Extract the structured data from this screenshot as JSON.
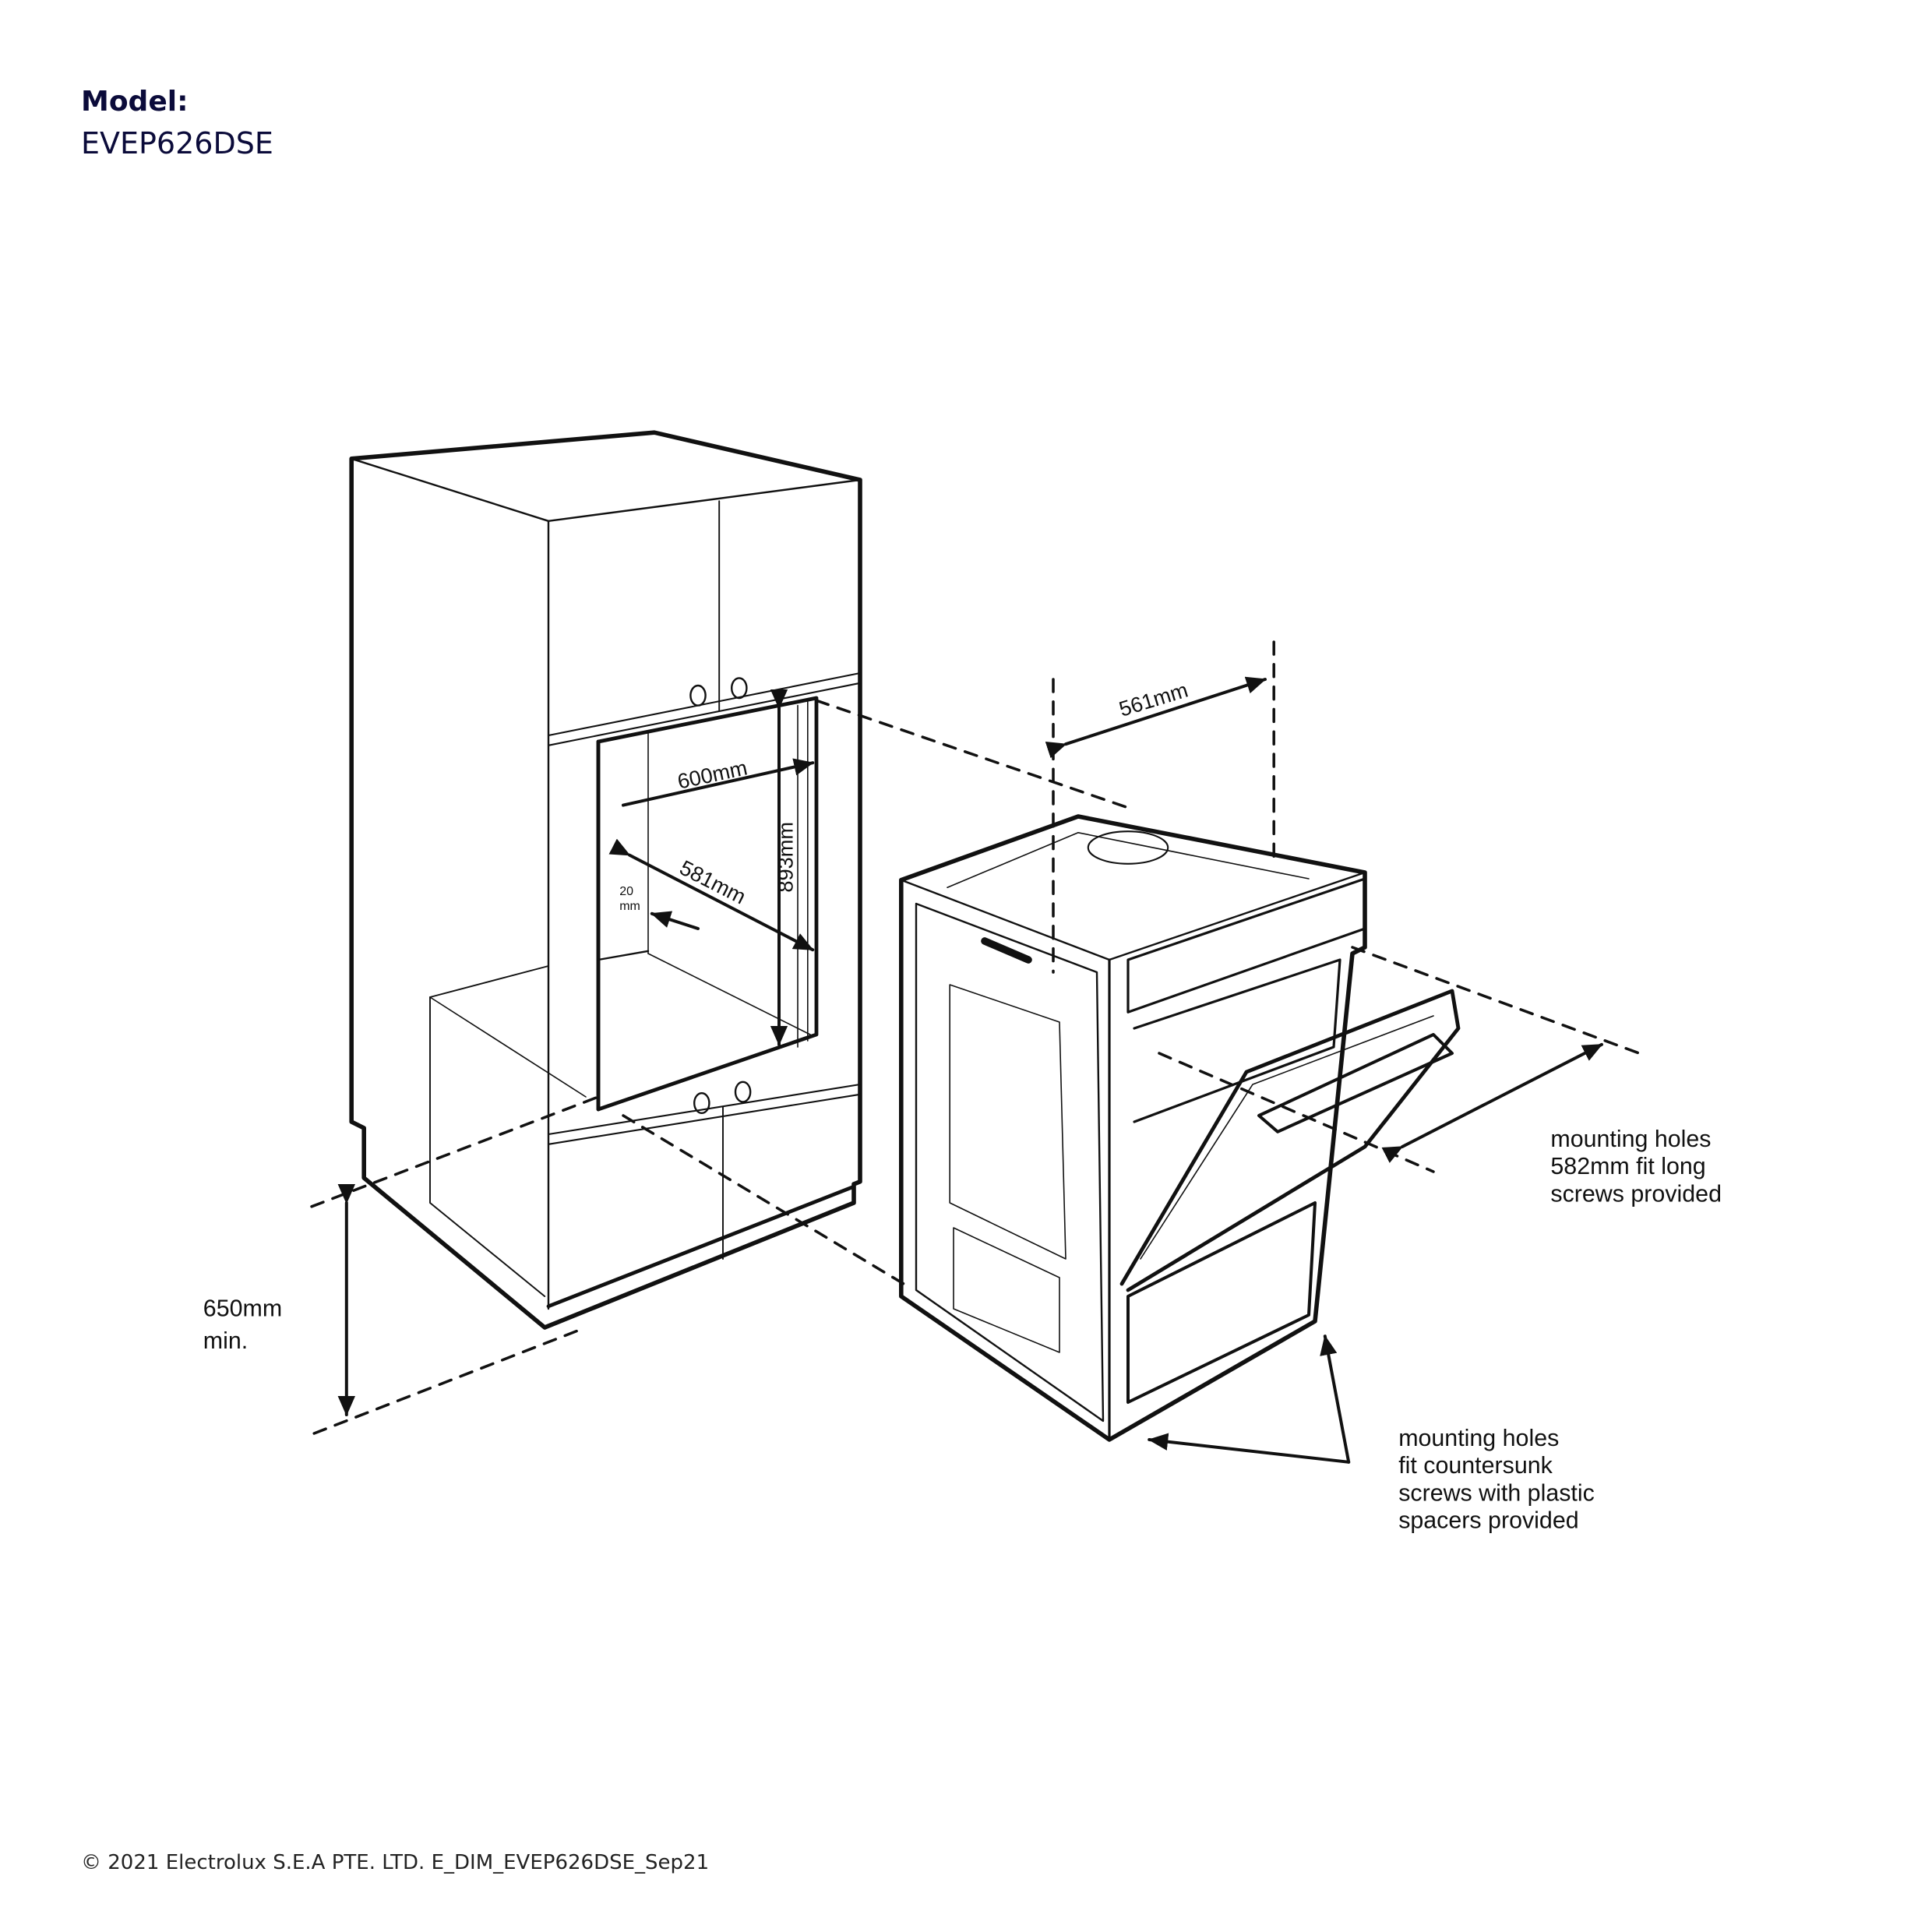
{
  "header": {
    "model_label": "Model:",
    "model_value": "EVEP626DSE"
  },
  "dimensions": {
    "niche_width": "600mm",
    "niche_depth": "581mm",
    "niche_height": "893mm",
    "gap": [
      "20",
      "mm"
    ],
    "oven_width": "561mm",
    "floor_height": [
      "650mm",
      "min."
    ]
  },
  "notes": {
    "long_screws": [
      "mounting holes",
      "582mm fit long",
      "screws provided"
    ],
    "countersunk": [
      "mounting holes",
      "fit countersunk",
      "screws with plastic",
      "spacers provided"
    ]
  },
  "footer": {
    "copyright": "© 2021 Electrolux S.E.A PTE. LTD.  E_DIM_EVEP626DSE_Sep21"
  }
}
